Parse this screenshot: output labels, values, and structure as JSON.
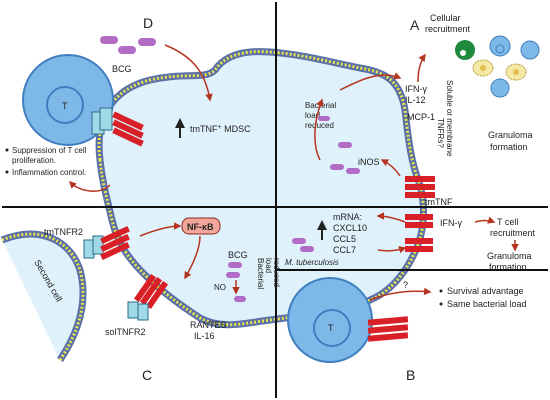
{
  "panels": {
    "A": {
      "letter": "A",
      "cellular_recruitment": "Cellular recruitment",
      "cytokine_ifng": "IFN-γ",
      "cytokine_il12": "IL-12",
      "mcp1": "MCP-1",
      "bacterial_load": [
        "Bacterial",
        "load",
        "reduced"
      ],
      "inos": "iNOS",
      "tmtnf": "tmTNF",
      "soluble_or_membrane": "Soluble or membrane",
      "tnfrs": "TNFRs?",
      "granuloma_formation": "Granuloma formation"
    },
    "B": {
      "letter": "B",
      "question": "?",
      "bullets": [
        "Survival advantage",
        "Same bacterial load"
      ],
      "cell_label": "T"
    },
    "C": {
      "letter": "C",
      "tmtnfr2": "tmTNFR2",
      "second_cell": "Second cell",
      "nfkb": "NF-κB",
      "soltnfr2": "solTNFR2",
      "rantes": "RANTES",
      "il16": "IL-16",
      "bcg": "BCG",
      "no": "NO",
      "bacterial_load": [
        "Bacterial",
        "load",
        "reduced"
      ]
    },
    "D": {
      "letter": "D",
      "bcg": "BCG",
      "tmtnf_mdsc": "tmTNF",
      "tmtnf_mdsc_sup": "+",
      "tmtnf_mdsc_suffix": " MDSC",
      "bullets": [
        "Suppression of T cell",
        "proliferation.",
        "Inflammation control."
      ],
      "cell_label": "T"
    },
    "center_right": {
      "mrna": "mRNA:",
      "cxcl10": "CXCL10",
      "ccl5": "CCL5",
      "ccl7": "CCL7",
      "ifng": "IFN-γ",
      "t_cell": "T cell",
      "recruitment": "recruitment",
      "granuloma": "Granuloma",
      "formation": "formation",
      "mtb": "M. tuberculosis"
    }
  },
  "colors": {
    "cell_fill": "#dff1fa",
    "membrane_outer": "#5b6fa8",
    "membrane_inner": "#e7e94a",
    "tcell": "#7db8e8",
    "tcell_dark": "#3f7fc0",
    "receptor": "#d82026",
    "bacteria": "#b36cc6",
    "arrow": "#b5341f",
    "nfkb_fill": "#f3a79b"
  }
}
